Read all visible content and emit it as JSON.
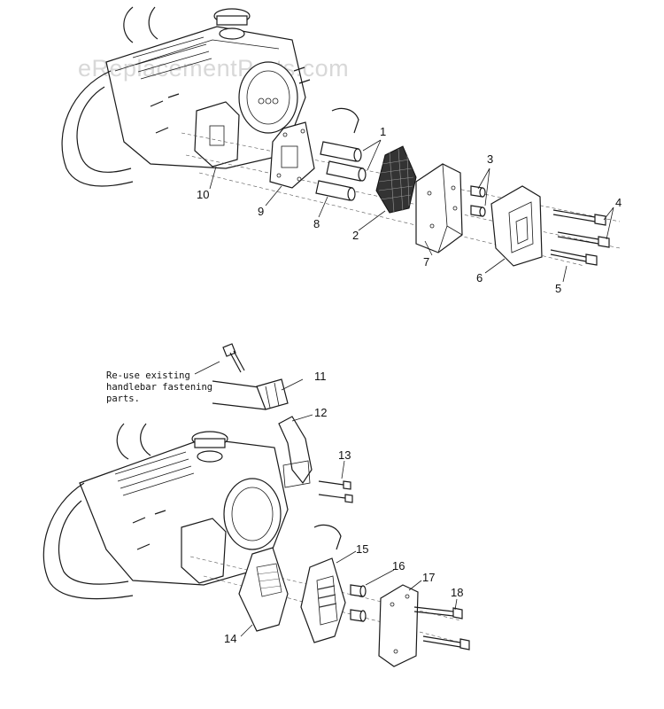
{
  "watermark": "eReplacementParts.com",
  "note_lines": [
    "Re-use existing",
    "handlebar fastening",
    "parts."
  ],
  "labels": {
    "p1": "1",
    "p2": "2",
    "p3": "3",
    "p4": "4",
    "p5": "5",
    "p6": "6",
    "p7": "7",
    "p8": "8",
    "p9": "9",
    "p10": "10",
    "p11": "11",
    "p12": "12",
    "p13": "13",
    "p14": "14",
    "p15": "15",
    "p16": "16",
    "p17": "17",
    "p18": "18"
  },
  "icons": {
    "upper_assembly": "chainsaw-engine-exploded-view",
    "lower_assembly": "chainsaw-engine-handlebar-view"
  }
}
